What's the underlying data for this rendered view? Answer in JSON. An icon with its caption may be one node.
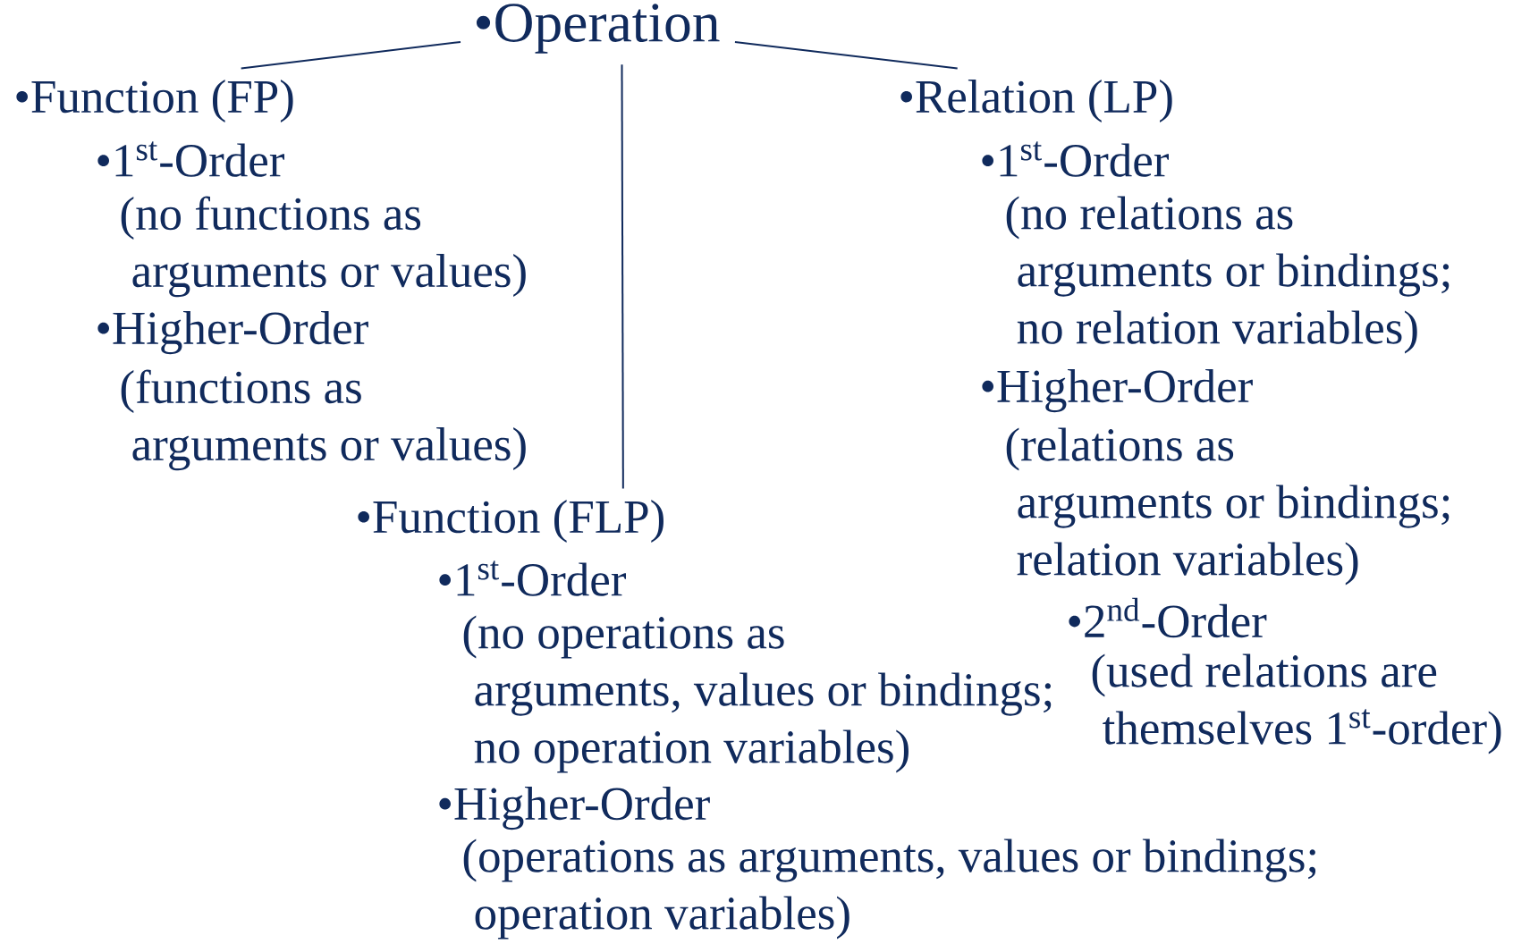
{
  "diagram": {
    "nodes": [
      {
        "text": [
          "•Operation"
        ]
      },
      {
        "text": [
          "•Function (FP)"
        ],
        "beside": [
          "•1$^{st}$-Order",
          "(no functions as arguments or values)",
          "•Higher-Order",
          "(functions as arguments or values)"
        ]
      },
      {
        "text": [
          "•Relation (LP)"
        ],
        "beside": [
          "•1$^{st}$-Order",
          "(no relations as arguments or bindings; no relation variables)",
          "•Higher-Order",
          "(relations as arguments or bindings; relation variables)",
          "•2$^{nd}$-Order",
          "(used relations are themselves 1$^{st}$-order)"
        ]
      },
      {
        "text": [
          "•Function (FLP)"
        ],
        "beside": [
          "•1$^{st}$-Order",
          "(no operations as arguments, values or bindings; no operation variables)",
          "•Higher-Order",
          "(operations as arguments, values or bindings; operation variables)"
        ]
      }
    ],
    "edges": [
      {
        "from": 0,
        "to": 1,
        "arrow": "none"
      },
      {
        "from": 0,
        "to": 3,
        "arrow": "none"
      },
      {
        "from": 0,
        "to": 2,
        "arrow": "none"
      }
    ]
  }
}
